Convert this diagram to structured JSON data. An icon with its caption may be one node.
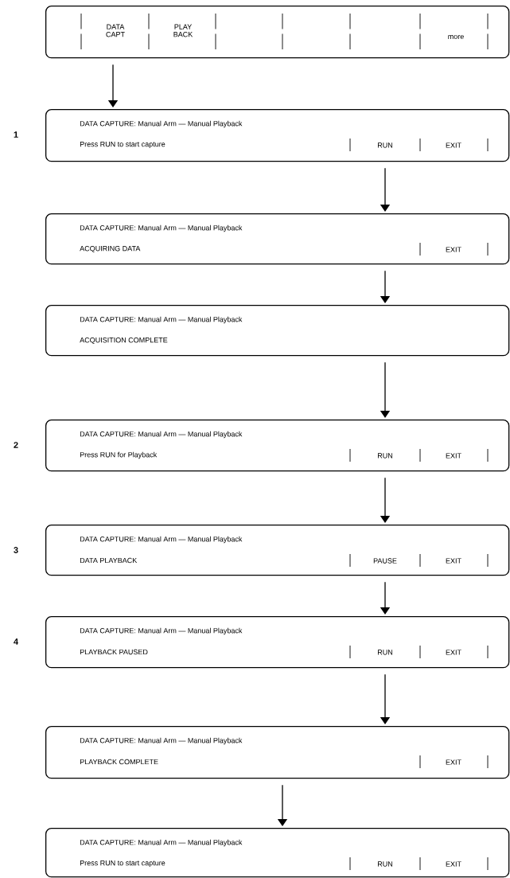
{
  "diagram": {
    "nodes": [
      {
        "text": [
          "DATA CAPT",
          "PLAY BACK",
          "more"
        ]
      },
      {
        "text": [
          "DATA CAPTURE: Manual Arm — Manual Playback",
          "Press RUN to start capture",
          "RUN",
          "EXIT"
        ],
        "beside": [
          "1"
        ]
      },
      {
        "text": [
          "DATA CAPTURE: Manual Arm — Manual Playback",
          "ACQUIRING DATA",
          "EXIT"
        ]
      },
      {
        "text": [
          "DATA CAPTURE: Manual Arm — Manual Playback",
          "ACQUISITION COMPLETE"
        ]
      },
      {
        "text": [
          "DATA CAPTURE: Manual Arm — Manual Playback",
          "Press RUN for Playback",
          "RUN",
          "EXIT"
        ],
        "beside": [
          "2"
        ]
      },
      {
        "text": [
          "DATA CAPTURE: Manual Arm — Manual Playback",
          "DATA PLAYBACK",
          "PAUSE",
          "EXIT"
        ],
        "beside": [
          "3"
        ]
      },
      {
        "text": [
          "DATA CAPTURE: Manual Arm — Manual Playback",
          "PLAYBACK PAUSED",
          "RUN",
          "EXIT"
        ],
        "beside": [
          "4"
        ]
      },
      {
        "text": [
          "DATA CAPTURE: Manual Arm — Manual Playback",
          "PLAYBACK COMPLETE",
          "EXIT"
        ]
      },
      {
        "text": [
          "DATA CAPTURE: Manual Arm — Manual Playback",
          "Press RUN to start capture",
          "RUN",
          "EXIT"
        ]
      }
    ],
    "edges": [
      {
        "from": 0,
        "to": 1,
        "arrow": "to"
      },
      {
        "from": 1,
        "to": 2,
        "arrow": "to"
      },
      {
        "from": 2,
        "to": 3,
        "arrow": "to"
      },
      {
        "from": 3,
        "to": 4,
        "arrow": "to"
      },
      {
        "from": 4,
        "to": 5,
        "arrow": "to"
      },
      {
        "from": 5,
        "to": 6,
        "arrow": "to"
      },
      {
        "from": 6,
        "to": 7,
        "arrow": "to"
      },
      {
        "from": 7,
        "to": 8,
        "arrow": "to"
      }
    ]
  }
}
